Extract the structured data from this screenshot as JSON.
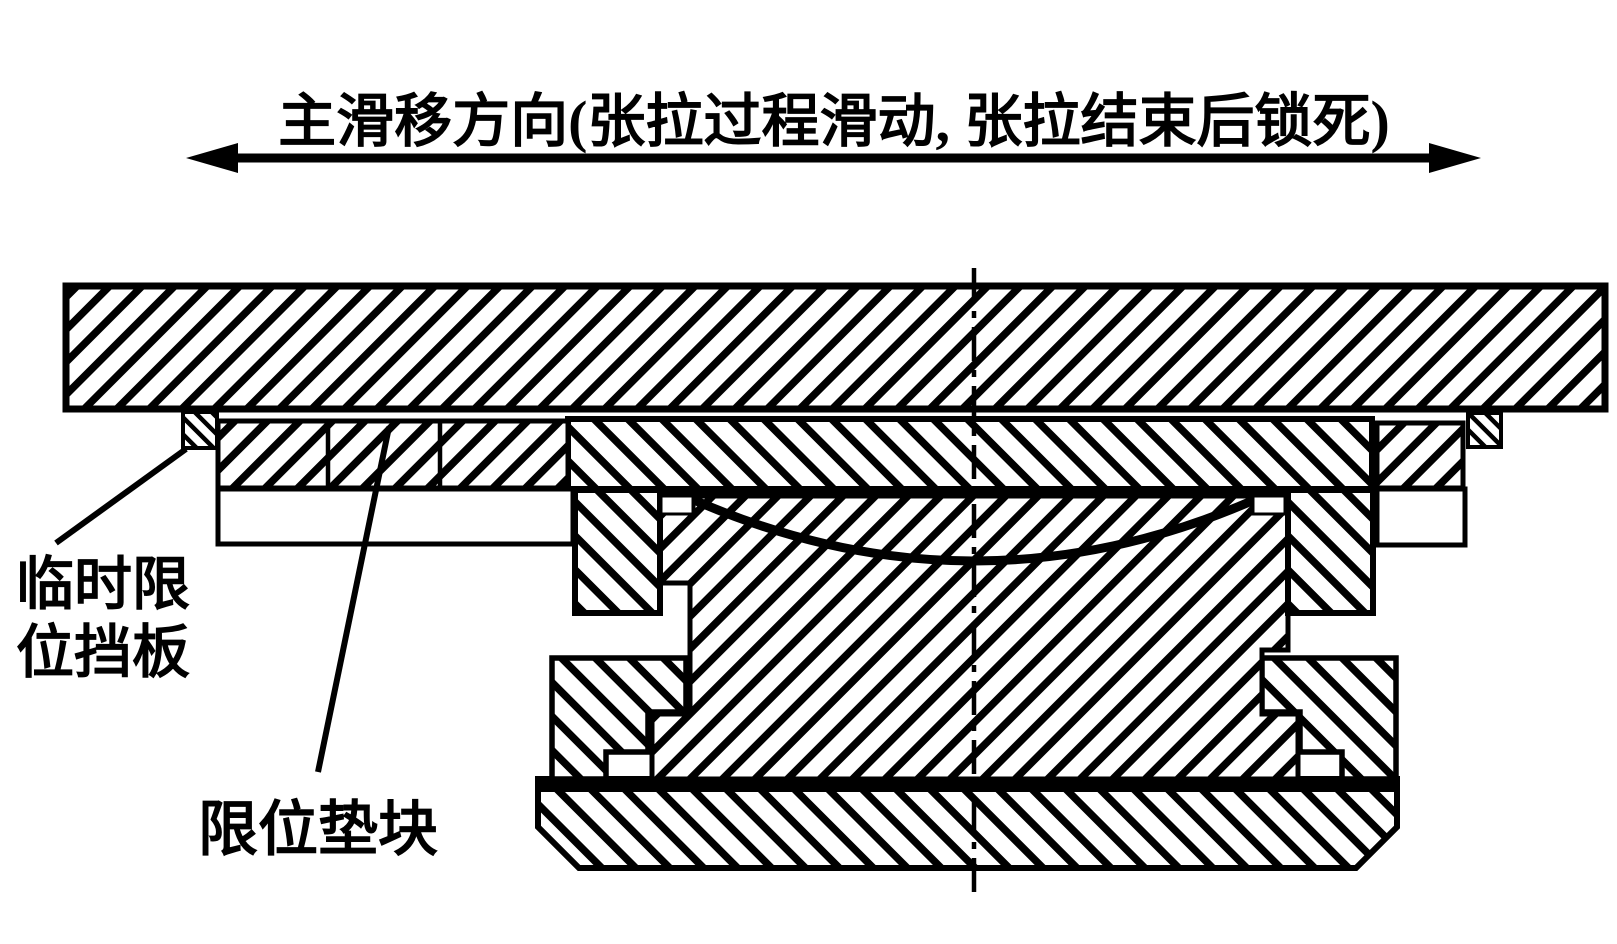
{
  "figure": {
    "paper_color": "#ffffff",
    "ink_color": "#000000",
    "title": "主滑移方向(张拉过程滑动, 张拉结束后锁死)",
    "labels": {
      "temp_baffle_line1": "临时限",
      "temp_baffle_line2": "位挡板",
      "limit_spacer": "限位垫块"
    }
  }
}
